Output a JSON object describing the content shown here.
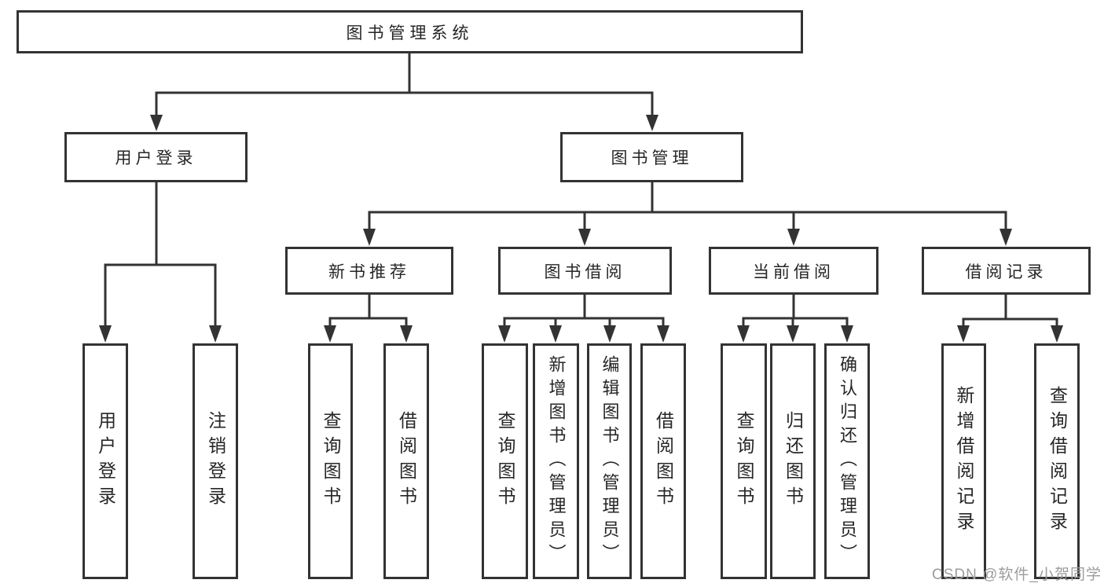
{
  "diagram": {
    "title": "图书管理系统",
    "root": {
      "label": "图书管理系统"
    },
    "level2": [
      {
        "label": "用户登录"
      },
      {
        "label": "图书管理"
      }
    ],
    "level3": [
      {
        "label": "新书推荐"
      },
      {
        "label": "图书借阅"
      },
      {
        "label": "当前借阅"
      },
      {
        "label": "借阅记录"
      }
    ],
    "leaves": {
      "user_login": [
        "用户登录",
        "注销登录"
      ],
      "new_book": [
        "查询图书",
        "借阅图书"
      ],
      "borrow": [
        "查询图书",
        "新增图书（管理员）",
        "编辑图书（管理员）",
        "借阅图书"
      ],
      "current": [
        "查询图书",
        "归还图书",
        "确认归还（管理员）"
      ],
      "records": [
        "新增借阅记录",
        "查询借阅记录"
      ]
    }
  },
  "watermark": {
    "text": "CSDN @软件_小贺同学"
  },
  "colors": {
    "line": "#333333",
    "text": "#262626",
    "background": "#ffffff",
    "watermark": "#9c9c9c"
  }
}
